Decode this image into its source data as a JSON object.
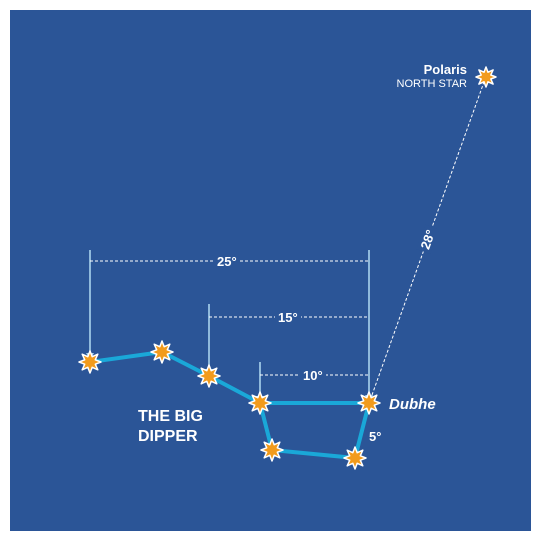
{
  "colors": {
    "background": "#2b5597",
    "line": "#1aa8d8",
    "guide": "#a9d3ee",
    "dashed": "#ffffff",
    "star_fill": "#f29b1c",
    "star_edge": "#ffffff"
  },
  "title": {
    "line1": "THE BIG",
    "line2": "DIPPER"
  },
  "polaris": {
    "name": "Polaris",
    "subtitle": "NORTH STAR"
  },
  "dubhe": {
    "name": "Dubhe"
  },
  "distances": {
    "d25": "25°",
    "d15": "15°",
    "d10": "10°",
    "d5": "5°",
    "d28": "28°"
  },
  "icons": {
    "star": "star-icon"
  }
}
